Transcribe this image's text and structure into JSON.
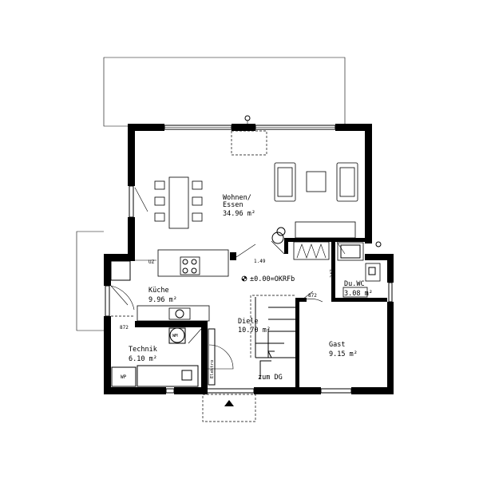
{
  "rooms": {
    "wohnen": {
      "name_1": "Wohnen/",
      "name_2": "Essen",
      "area": "34.96 m²"
    },
    "kueche": {
      "name": "Küche",
      "area": "9.96 m²"
    },
    "technik": {
      "name": "Technik",
      "area": "6.10 m²"
    },
    "diele": {
      "name": "Diele",
      "area": "10.70 m²"
    },
    "gast": {
      "name": "Gast",
      "area": "9.15 m²"
    },
    "duwc": {
      "name": "Du.WC",
      "area": "3.08 m²"
    }
  },
  "annotations": {
    "level": "±0.00=OKRFb",
    "height_149": "1.49",
    "door_872_diele": "872",
    "door_872_technik": "872",
    "door_347": "347",
    "stair_label": "zum DG",
    "uz": "UZ",
    "wp": "WP",
    "wm": "WM",
    "elektro": "Elektro"
  }
}
